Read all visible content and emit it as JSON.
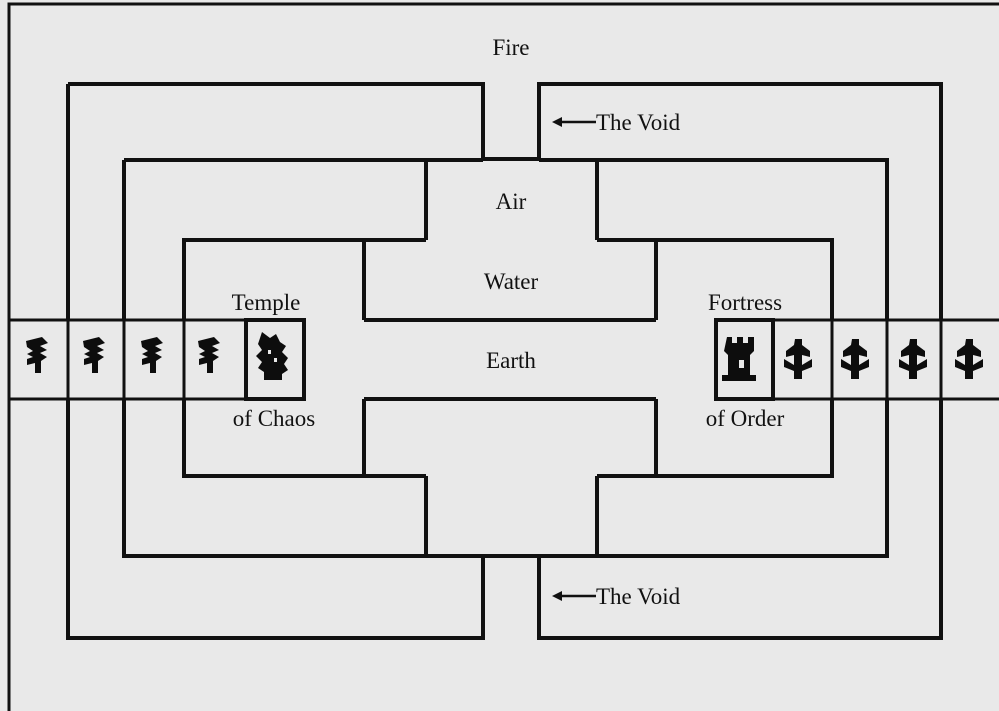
{
  "labels": {
    "fire": "Fire",
    "void_top": "The Void",
    "air": "Air",
    "water": "Water",
    "earth": "Earth",
    "temple": "Temple",
    "of_chaos": "of Chaos",
    "fortress": "Fortress",
    "of_order": "of Order",
    "void_bottom": "The Void"
  },
  "board": {
    "rings": [
      "Fire",
      "Air",
      "Water",
      "Earth"
    ],
    "chaos_pieces": [
      "chaos-piece-1",
      "chaos-piece-2",
      "chaos-piece-3",
      "chaos-piece-4",
      "chaos-sorceress"
    ],
    "order_pieces": [
      "order-fortress-piece",
      "order-piece-1",
      "order-piece-2",
      "order-piece-3",
      "order-piece-4"
    ]
  },
  "colors": {
    "paper": "#e9e9e9",
    "ink": "#111111",
    "piece": "#0d0d0d"
  }
}
